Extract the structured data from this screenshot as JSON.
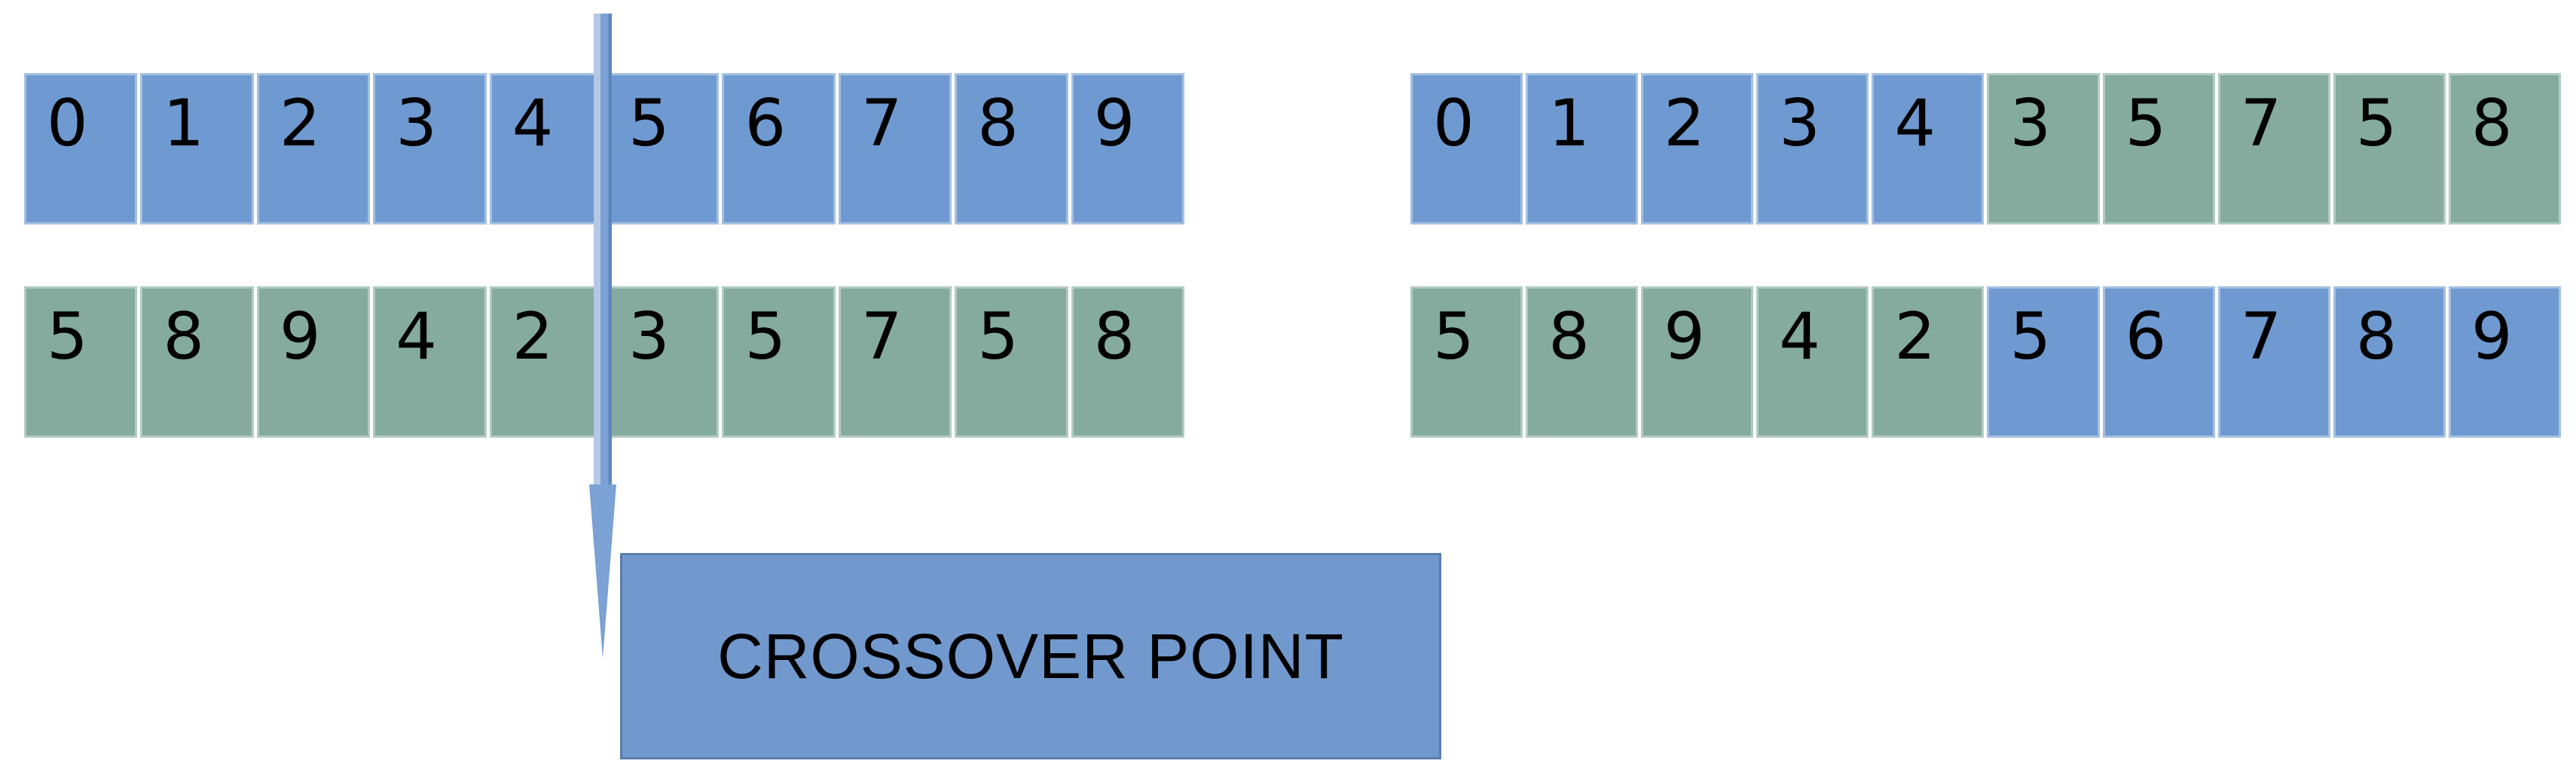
{
  "diagram": {
    "crossover_label": "CROSSOVER POINT",
    "crossover_after_gene_index": 4,
    "colors": {
      "parent1_blue": "#6F9AD1",
      "parent2_green": "#84AB9E",
      "arrow_blue": "#7BA1D5",
      "label_box_blue": "#7199CD",
      "text": "#000000",
      "background": "#FFFFFF"
    },
    "rows": {
      "parent1": {
        "cells": [
          {
            "v": "0",
            "color": "blue"
          },
          {
            "v": "1",
            "color": "blue"
          },
          {
            "v": "2",
            "color": "blue"
          },
          {
            "v": "3",
            "color": "blue"
          },
          {
            "v": "4",
            "color": "blue"
          },
          {
            "v": "5",
            "color": "blue"
          },
          {
            "v": "6",
            "color": "blue"
          },
          {
            "v": "7",
            "color": "blue"
          },
          {
            "v": "8",
            "color": "blue"
          },
          {
            "v": "9",
            "color": "blue"
          }
        ]
      },
      "parent2": {
        "cells": [
          {
            "v": "5",
            "color": "green"
          },
          {
            "v": "8",
            "color": "green"
          },
          {
            "v": "9",
            "color": "green"
          },
          {
            "v": "4",
            "color": "green"
          },
          {
            "v": "2",
            "color": "green"
          },
          {
            "v": "3",
            "color": "green"
          },
          {
            "v": "5",
            "color": "green"
          },
          {
            "v": "7",
            "color": "green"
          },
          {
            "v": "5",
            "color": "green"
          },
          {
            "v": "8",
            "color": "green"
          }
        ]
      },
      "child1": {
        "cells": [
          {
            "v": "0",
            "color": "blue"
          },
          {
            "v": "1",
            "color": "blue"
          },
          {
            "v": "2",
            "color": "blue"
          },
          {
            "v": "3",
            "color": "blue"
          },
          {
            "v": "4",
            "color": "blue"
          },
          {
            "v": "3",
            "color": "green"
          },
          {
            "v": "5",
            "color": "green"
          },
          {
            "v": "7",
            "color": "green"
          },
          {
            "v": "5",
            "color": "green"
          },
          {
            "v": "8",
            "color": "green"
          }
        ]
      },
      "child2": {
        "cells": [
          {
            "v": "5",
            "color": "green"
          },
          {
            "v": "8",
            "color": "green"
          },
          {
            "v": "9",
            "color": "green"
          },
          {
            "v": "4",
            "color": "green"
          },
          {
            "v": "2",
            "color": "green"
          },
          {
            "v": "5",
            "color": "blue"
          },
          {
            "v": "6",
            "color": "blue"
          },
          {
            "v": "7",
            "color": "blue"
          },
          {
            "v": "8",
            "color": "blue"
          },
          {
            "v": "9",
            "color": "blue"
          }
        ]
      }
    }
  }
}
